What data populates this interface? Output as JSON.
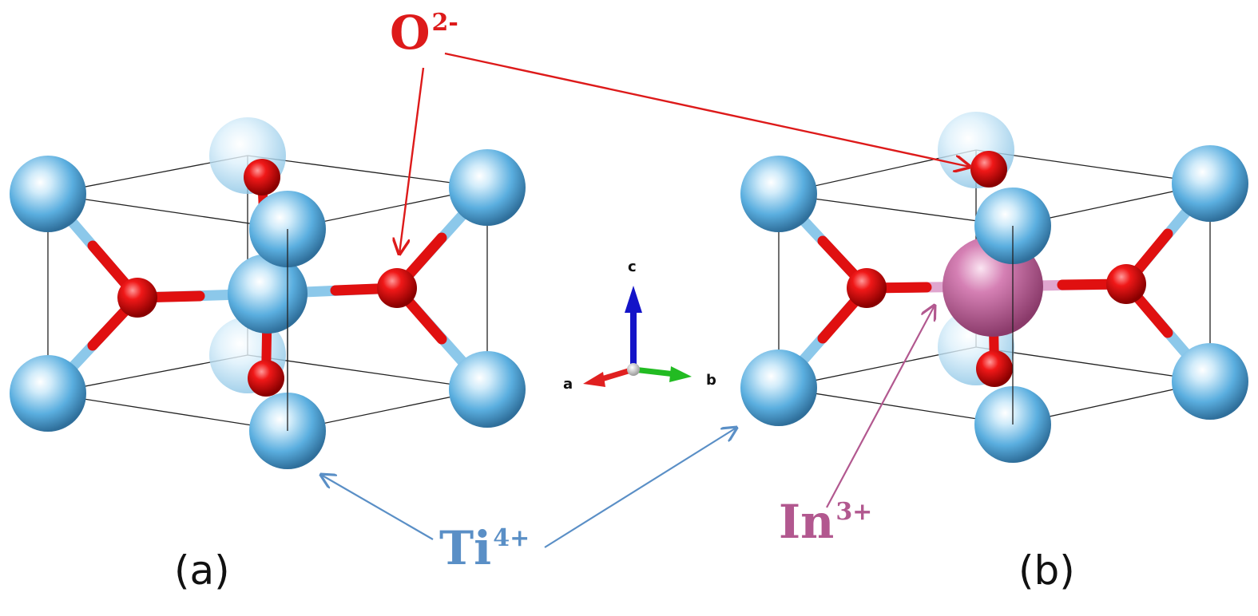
{
  "labels": {
    "oxygen": {
      "symbol": "O",
      "charge": "2-"
    },
    "titanium": {
      "symbol": "Ti",
      "charge": "4+"
    },
    "indium": {
      "symbol": "In",
      "charge": "3+"
    },
    "panel_a": "(a)",
    "panel_b": "(b)"
  },
  "axes": {
    "a": "a",
    "b": "b",
    "c": "c"
  },
  "colors": {
    "oxygen": "#e01010",
    "titanium": "#5aaedf",
    "indium": "#b2588f",
    "ti_label": "#5a8fc6",
    "in_label": "#b2588f",
    "o_label": "#dd1a1a",
    "axis_a": "#e02020",
    "axis_b": "#22bb22",
    "axis_c": "#1414c8"
  }
}
